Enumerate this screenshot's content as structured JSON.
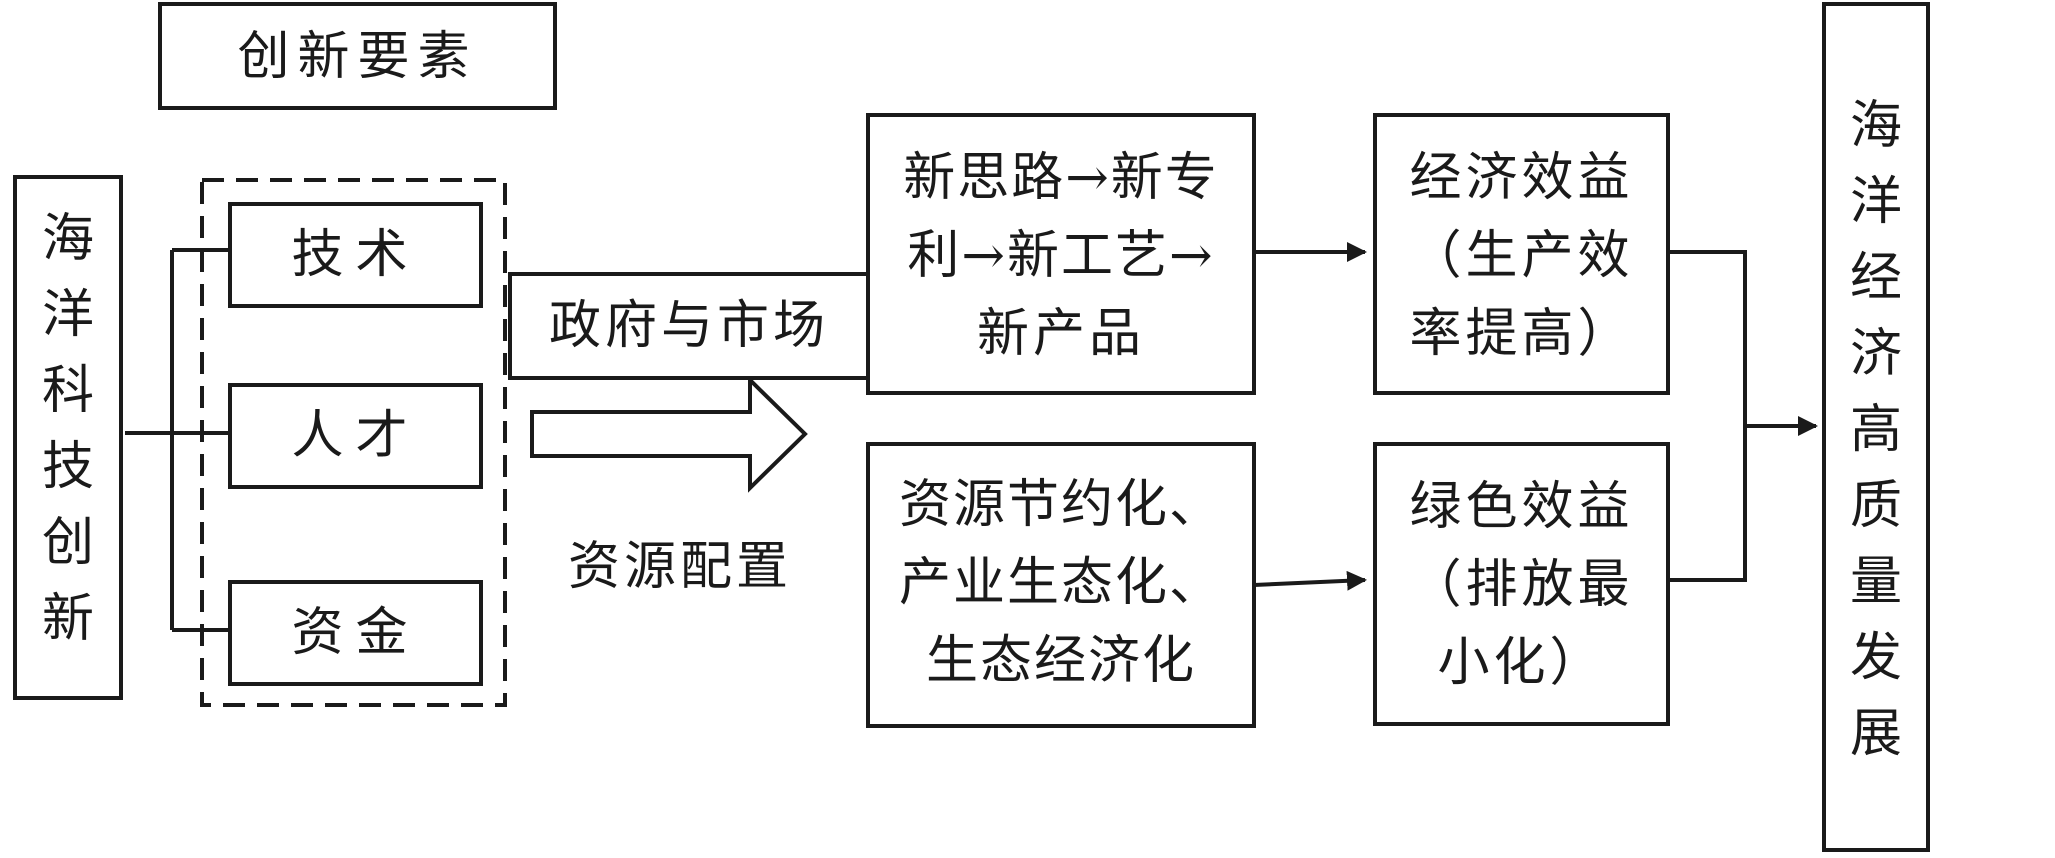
{
  "innovation_elements_title": "创新要素",
  "left_box": [
    "海",
    "洋",
    "科",
    "技",
    "创",
    "新"
  ],
  "elements": [
    "技术",
    "人才",
    "资金"
  ],
  "gov_market": "政府与市场",
  "resource_allocation": "资源配置",
  "new_process": [
    "新思路→新专",
    "利→新工艺→",
    "新产品"
  ],
  "green_process": [
    "资源节约化、",
    "产业生态化、",
    "生态经济化"
  ],
  "economic_benefit": [
    "经济效益",
    "（生产效",
    "率提高）"
  ],
  "green_benefit": [
    "绿色效益",
    "（排放最",
    "小化）"
  ],
  "right_box": [
    "海",
    "洋",
    "经",
    "济",
    "高",
    "质",
    "量",
    "发",
    "展"
  ]
}
